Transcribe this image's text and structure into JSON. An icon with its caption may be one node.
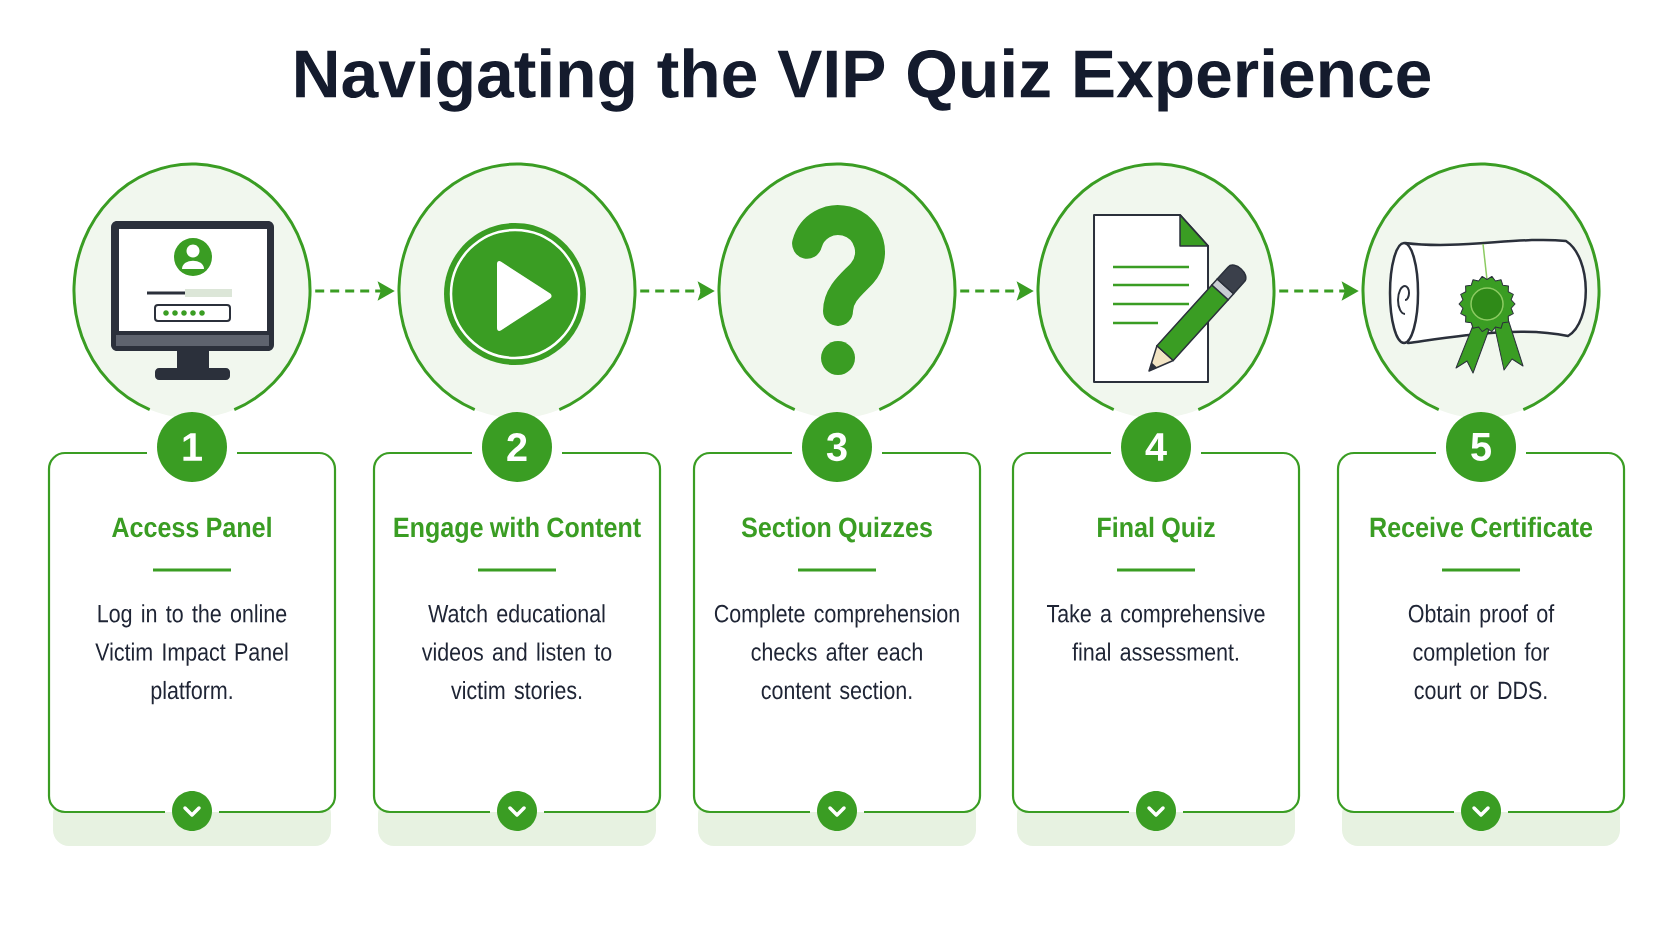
{
  "diagram": {
    "title": "Navigating the VIP Quiz Experience",
    "nodes": [
      {
        "text": [],
        "shape": "circle"
      },
      {
        "text": [
          "1"
        ]
      },
      {
        "text": [
          "Access Panel",
          "Log in to the online Victim Impact Panel platform."
        ]
      },
      {
        "text": [],
        "shape": "circle"
      },
      {
        "text": [
          "2"
        ]
      },
      {
        "text": [
          "Engage with Content",
          "Watch educational videos and listen to victim stories."
        ]
      },
      {
        "text": [],
        "shape": "circle"
      },
      {
        "text": [
          "3"
        ]
      },
      {
        "text": [
          "Section Quizzes",
          "Complete comprehension checks after each content section."
        ]
      },
      {
        "text": [],
        "shape": "circle"
      },
      {
        "text": [
          "4"
        ]
      },
      {
        "text": [
          "Final Quiz",
          "Take a comprehensive final assessment."
        ]
      },
      {
        "text": [],
        "shape": "circle"
      },
      {
        "text": [
          "5"
        ]
      },
      {
        "text": [
          "Receive Certificate",
          "Obtain proof of completion for court or DDS."
        ]
      }
    ],
    "edges": [
      {
        "from": 0,
        "to": 3,
        "arrow": "to",
        "style": "dashed"
      },
      {
        "from": 3,
        "to": 6,
        "arrow": "to",
        "style": "dashed"
      },
      {
        "from": 6,
        "to": 9,
        "arrow": "to",
        "style": "dashed"
      },
      {
        "from": 9,
        "to": 12,
        "arrow": "to",
        "style": "dashed"
      }
    ]
  }
}
